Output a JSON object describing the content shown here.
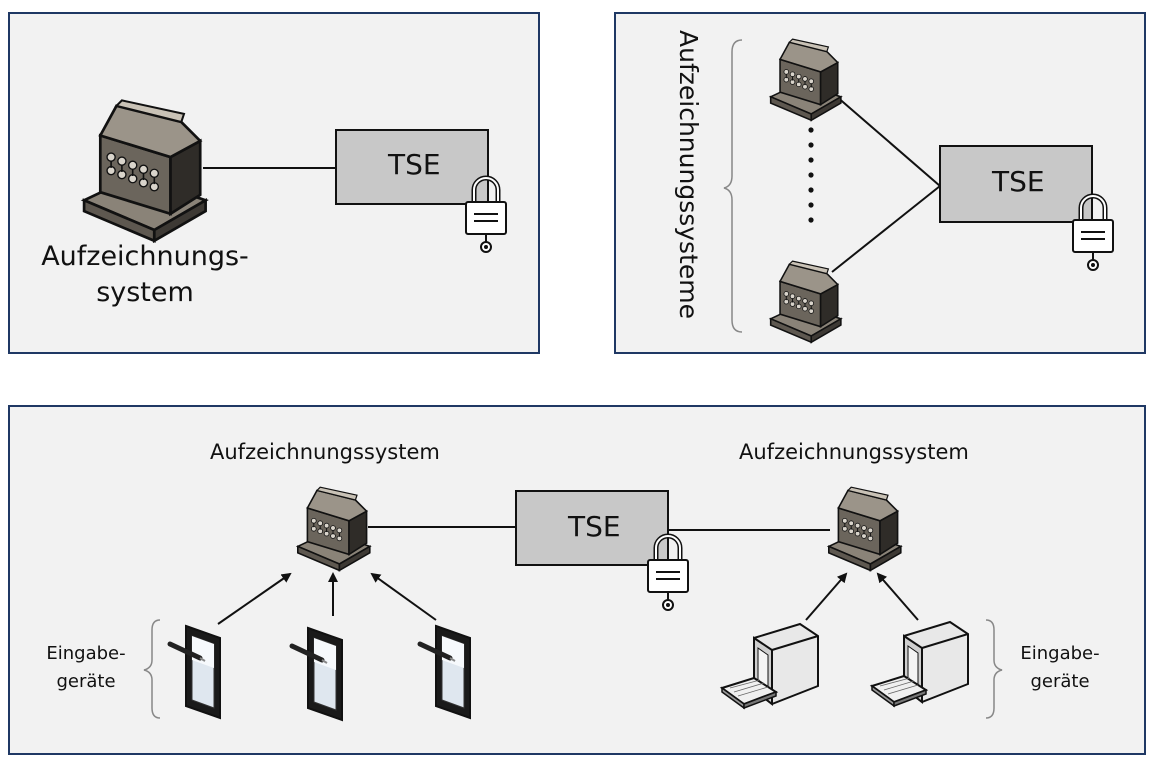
{
  "colors": {
    "panel_bg": "#f2f2f2",
    "panel_border": "#1f3864",
    "tse_fill": "#c8c8c8",
    "line": "#111111"
  },
  "panel_a": {
    "tse_label": "TSE",
    "system_label_line1": "Aufzeichnungs-",
    "system_label_line2": "system",
    "icons": [
      "cash-register-icon",
      "padlock-icon"
    ]
  },
  "panel_b": {
    "tse_label": "TSE",
    "vertical_label": "Aufzeichnungssysteme",
    "icons": [
      "cash-register-icon",
      "padlock-icon",
      "brace-icon"
    ]
  },
  "panel_c": {
    "tse_label": "TSE",
    "left_system_label": "Aufzeichnungssystem",
    "right_system_label": "Aufzeichnungssystem",
    "left_input_label_line1": "Eingabe-",
    "left_input_label_line2": "geräte",
    "right_input_label_line1": "Eingabe-",
    "right_input_label_line2": "geräte",
    "icons": [
      "cash-register-icon",
      "padlock-icon",
      "tablet-icon",
      "desktop-computer-icon",
      "arrow-icon"
    ]
  }
}
